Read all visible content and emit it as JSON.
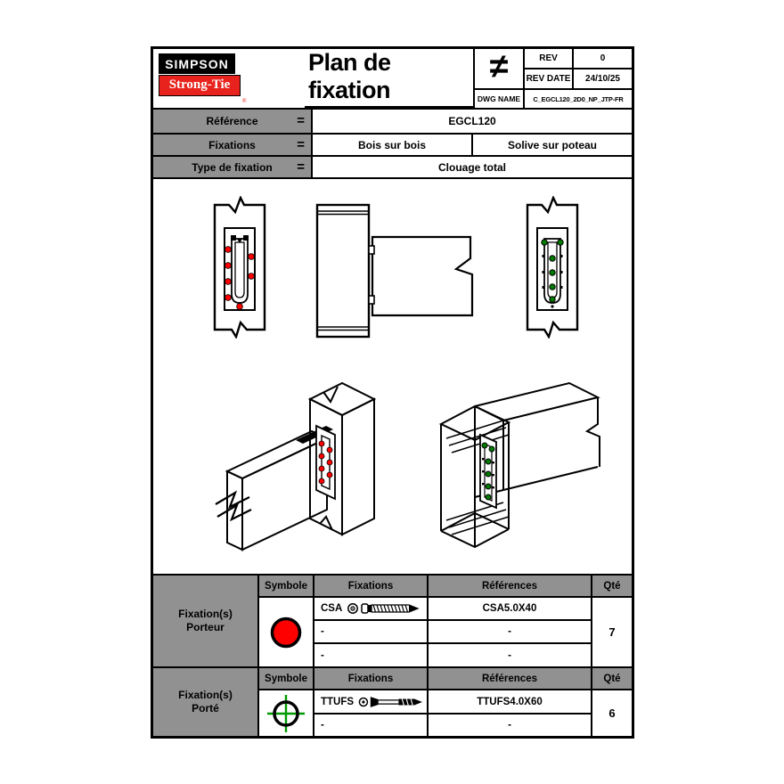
{
  "colors": {
    "brand_red": "#e8231d",
    "header_gray": "#919191",
    "porteur_symbol_fill": "#ff0000",
    "porte_symbol_cross": "#009900",
    "porteur_dot": "#ff0000",
    "porte_dot": "#007a00"
  },
  "header": {
    "logo_line1": "SIMPSON",
    "logo_line2": "Strong-Tie",
    "logo_registered": "®",
    "title": "Plan de fixation",
    "not_equal_symbol": "≠",
    "rev_label": "REV",
    "rev_value": "0",
    "rev_date_label": "REV DATE",
    "rev_date_value": "24/10/25",
    "dwg_name_label": "DWG NAME",
    "dwg_name_value": "C_EGCL120_2D0_NP_JTP-FR"
  },
  "info_table": {
    "rows": [
      {
        "label": "Référence",
        "equals": "=",
        "values": [
          "EGCL120"
        ]
      },
      {
        "label": "Fixations",
        "equals": "=",
        "values": [
          "Bois sur bois",
          "Solive sur poteau"
        ]
      },
      {
        "label": "Type de fixation",
        "equals": "=",
        "values": [
          "Clouage total"
        ]
      }
    ]
  },
  "porteur_table": {
    "group_label_line1": "Fixation(s)",
    "group_label_line2": "Porteur",
    "col_symbole": "Symbole",
    "col_fixations": "Fixations",
    "col_references": "Références",
    "col_qte": "Qté",
    "rows": [
      {
        "fixation": "CSA",
        "reference": "CSA5.0X40"
      },
      {
        "fixation": "-",
        "reference": "-"
      },
      {
        "fixation": "-",
        "reference": "-"
      }
    ],
    "qty": "7"
  },
  "porte_table": {
    "group_label_line1": "Fixation(s)",
    "group_label_line2": "Porté",
    "col_symbole": "Symbole",
    "col_fixations": "Fixations",
    "col_references": "Références",
    "col_qte": "Qté",
    "rows": [
      {
        "fixation": "TTUFS",
        "reference": "TTUFS4.0X60"
      },
      {
        "fixation": "-",
        "reference": "-"
      }
    ],
    "qty": "6"
  }
}
